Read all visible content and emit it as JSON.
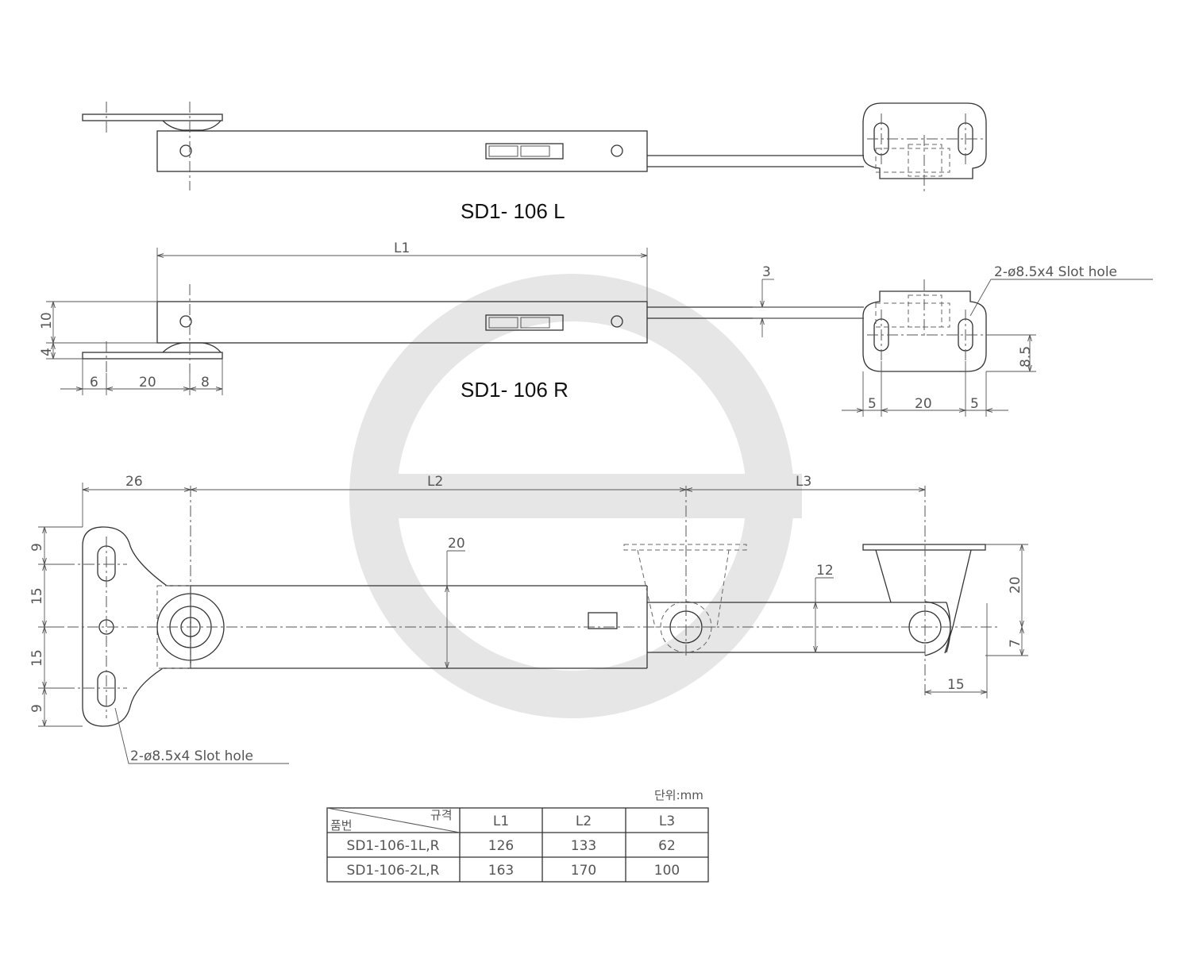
{
  "titles": {
    "left": "SD1- 106 L",
    "right": "SD1- 106 R"
  },
  "notes": {
    "slot_hole": "2-ø8.5x4 Slot hole"
  },
  "dimensions": {
    "L1": "L1",
    "L2": "L2",
    "L3": "L3",
    "d3": "3",
    "d10": "10",
    "d4": "4",
    "d6": "6",
    "d20_top": "20",
    "d8": "8",
    "d5_left": "5",
    "d20_right": "20",
    "d5_right": "5",
    "d85": "8.5",
    "d26": "26",
    "d9_top": "9",
    "d15_top": "15",
    "d15_bot": "15",
    "d9_bot": "9",
    "d20_mid": "20",
    "d12": "12",
    "d20_right_h": "20",
    "d7": "7",
    "d15_right": "15"
  },
  "table": {
    "unit": "단위:mm",
    "header_corner_top": "규격",
    "header_corner_bottom": "품번",
    "headers": [
      "L1",
      "L2",
      "L3"
    ],
    "rows": [
      {
        "part": "SD1-106-1L,R",
        "values": [
          "126",
          "133",
          "62"
        ]
      },
      {
        "part": "SD1-106-2L,R",
        "values": [
          "163",
          "170",
          "100"
        ]
      }
    ]
  },
  "watermark": {
    "logo": "circular-s-logo",
    "color": "#e6e6e6"
  }
}
